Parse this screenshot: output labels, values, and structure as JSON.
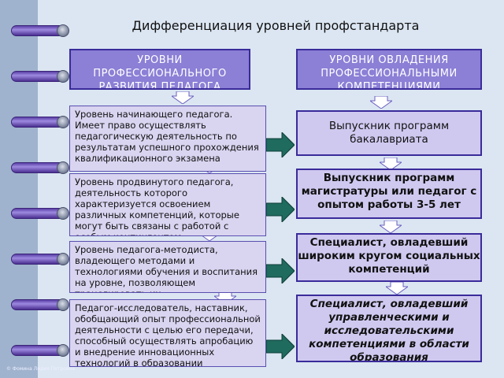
{
  "title": "Дифференциация уровней профстандарта",
  "header_left": "УРОВНИ ПРОФЕССИОНАЛЬНОГО РАЗВИТИЯ ПЕДАГОГА",
  "header_right": "УРОВНИ ОВЛАДЕНИЯ ПРОФЕССИОНАЛЬНЫМИ КОМПЕТЕНЦИЯМИ",
  "left_levels": [
    "Уровень начинающего педагога. Имеет право осуществлять педагогическую деятельность по результатам успешного прохождения квалификационного экзамена",
    "Уровень продвинутого педагога, деятельность которого характеризуется освоением различных компетенций, которые могут быть связаны с работой с особым контингентом",
    "Уровень педагога-методиста, владеющего методами и технологиями обучения и воспитания на уровне, позволяющем транслировать их",
    "Педагог-исследователь, наставник, обобщающий опыт профессиональной деятельности с целью его передачи, способный осуществлять апробацию и внедрение инновационных технологий в образовании"
  ],
  "right_levels": [
    "Выпускник программ бакалавриата",
    "Выпускник программ магистратуры или педагог с опытом работы 3-5 лет",
    "Специалист, овладевший широким кругом социальных компетенций",
    "Специалист, овладевший управленческими и исследовательскими компетенциями в области образования"
  ],
  "footer": "© Фомина Лидия Петровна",
  "colors": {
    "header_fill": "#8b7fd6",
    "box_fill": "#d9d4f0",
    "arrow_teal": "#1f6b5e",
    "background": "#dbe6f2"
  }
}
